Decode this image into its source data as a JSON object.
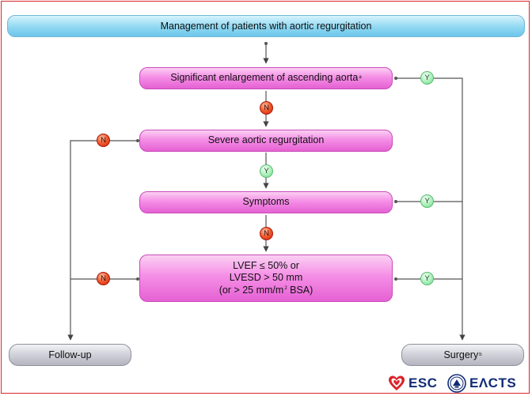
{
  "title": "Management of patients with aortic regurgitation",
  "nodes": {
    "enlargement": {
      "text": "Significant enlargement of ascending aorta",
      "sup": "a"
    },
    "severe_ar": "Severe aortic regurgitation",
    "symptoms": "Symptoms",
    "lv_criteria": [
      "LVEF ≤ 50% or",
      "LVESD > 50 mm",
      "(or > 25 mm/m",
      "2",
      " BSA)"
    ],
    "follow_up": "Follow-up",
    "surgery": {
      "text": "Surgery",
      "sup": "b"
    }
  },
  "badges": {
    "no": "N",
    "yes": "Y"
  },
  "logos": {
    "esc": "ESC",
    "eacts": "EΛCTS"
  },
  "colors": {
    "frame": "#d8262c",
    "node_pink": "#e561d3",
    "title_blue": "#8fd8f2",
    "outcome_gray": "#cfd0d8",
    "no_red": "#f1552a",
    "yes_green": "#a9f0b9"
  }
}
